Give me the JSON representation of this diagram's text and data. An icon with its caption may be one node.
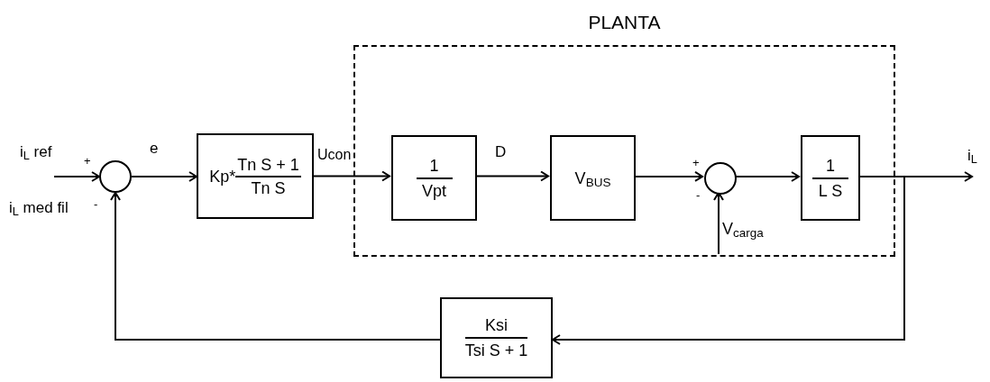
{
  "diagram": {
    "nodes": [
      {
        "text": [
          "PLANTA"
        ]
      },
      {
        "text": [],
        "shape": "circle"
      },
      {
        "text": [
          "Kp*",
          "Tn S + 1",
          "Tn S"
        ]
      },
      {
        "text": [
          "1",
          "Vpt"
        ],
        "in": 0
      },
      {
        "text": [
          "V$_{BUS}$"
        ],
        "in": 0
      },
      {
        "text": [],
        "shape": "circle",
        "in": 0
      },
      {
        "text": [
          "1",
          "L S"
        ],
        "in": 0
      },
      {
        "text": [
          "Ksi",
          "Tsi S + 1"
        ]
      }
    ],
    "edges": [
      {
        "from": null,
        "to": 1,
        "arrow": "to",
        "label": "i$_{L}$ ref"
      },
      {
        "from": 1,
        "to": 2,
        "arrow": "to",
        "label": "e"
      },
      {
        "from": 2,
        "to": 3,
        "arrow": "to",
        "label": "Ucon"
      },
      {
        "from": 3,
        "to": 4,
        "arrow": "to",
        "label": "D"
      },
      {
        "from": 4,
        "to": 5,
        "arrow": "to"
      },
      {
        "from": 5,
        "to": 6,
        "arrow": "to"
      },
      {
        "from": null,
        "to": 5,
        "arrow": "to",
        "label": "V$_{carga}$"
      },
      {
        "from": 6,
        "to": null,
        "arrow": "to",
        "label": "i$_{L}$"
      },
      {
        "from": 6,
        "to": 7,
        "arrow": "to"
      },
      {
        "from": 7,
        "to": 1,
        "arrow": "to",
        "label": "i$_{L}$ med fil"
      }
    ],
    "labels": [
      "+",
      "-",
      "+",
      "-"
    ]
  }
}
